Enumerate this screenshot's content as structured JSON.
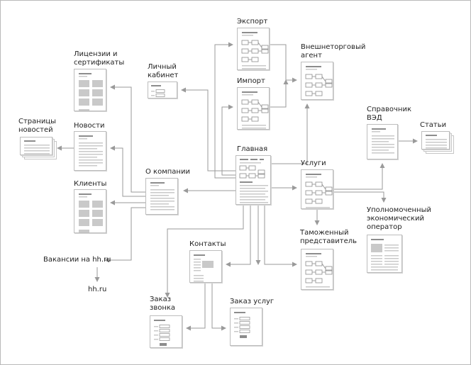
{
  "colors": {
    "connector": "#9a9a9a",
    "page_border": "#bdbdbd",
    "wire_dark": "#8c8c8c",
    "wire_light": "#c9c9c9",
    "text": "#222222"
  },
  "nodes": {
    "export": "Экспорт",
    "foreign_trade_agent": "Внешнеторговый\nагент",
    "licenses": "Лицензии и\nсертификаты",
    "personal_account": "Личный\nкабинет",
    "import": "Импорт",
    "ved_directory": "Справочник\nВЭД",
    "articles": "Статьи",
    "news_pages": "Страницы\nновостей",
    "news": "Новости",
    "main": "Главная",
    "services": "Услуги",
    "about": "О компании",
    "clients": "Клиенты",
    "authorized_operator": "Уполномоченный\nэкономический\nоператор",
    "contacts": "Контакты",
    "customs_rep": "Таможенный\nпредставитель",
    "vacancies": "Вакансии на hh.ru",
    "hh": "hh.ru",
    "call_order": "Заказ\nзвонка",
    "service_order": "Заказ услуг"
  }
}
